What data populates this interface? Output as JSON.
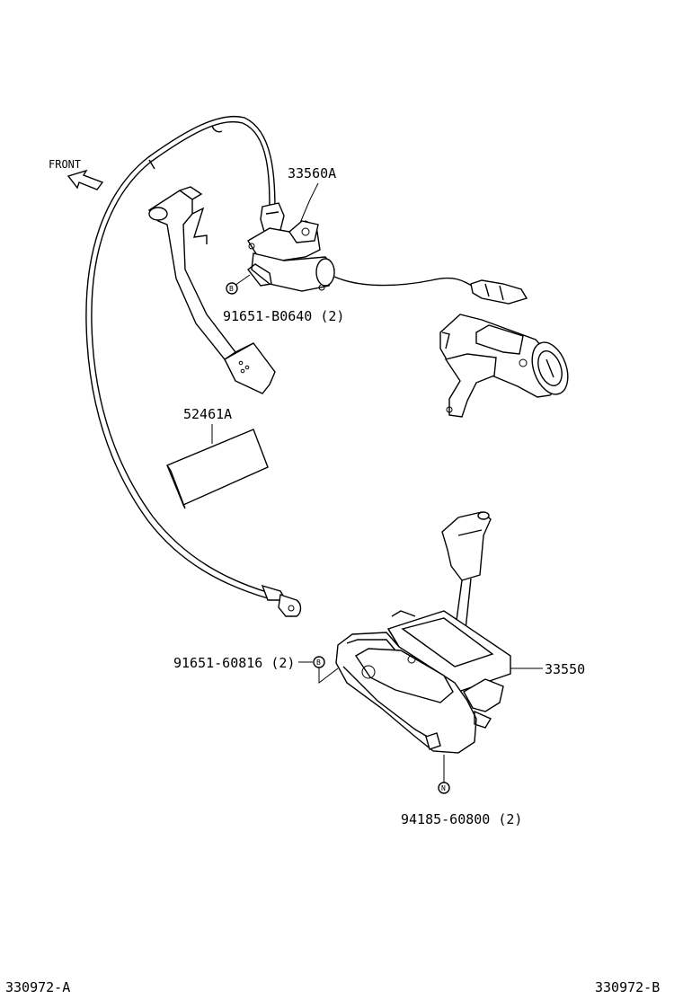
{
  "direction": {
    "front_label": "FRONT"
  },
  "parts": {
    "solenoid": "33560A",
    "label_sheet": "52461A",
    "shift_lever_assy": "33550"
  },
  "fasteners": {
    "solenoid_bolt": {
      "symbol": "B",
      "part": "91651-B0640 (2)"
    },
    "lever_bolt": {
      "symbol": "B",
      "part": "91651-60816 (2)"
    },
    "lever_nut": {
      "symbol": "N",
      "part": "94185-60800 (2)"
    }
  },
  "footer": {
    "left_code": "330972-A",
    "right_code": "330972-B"
  }
}
